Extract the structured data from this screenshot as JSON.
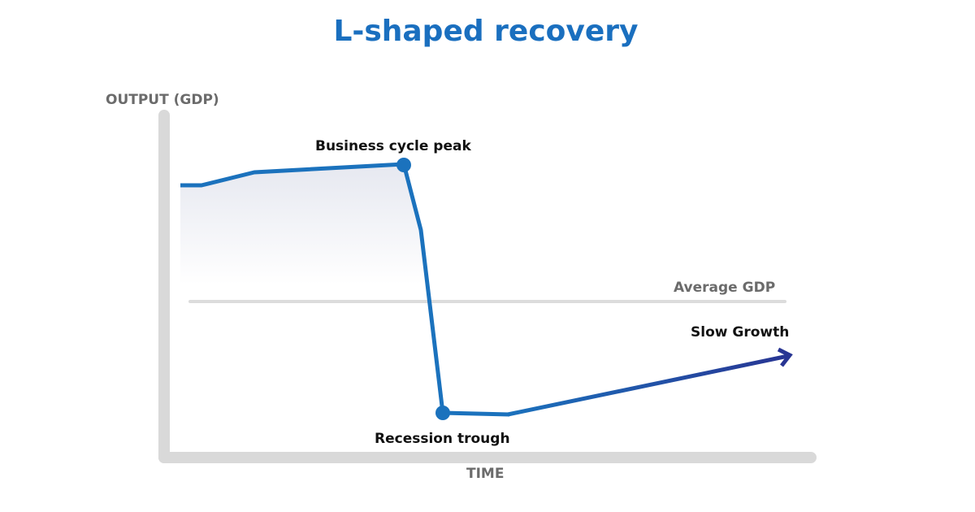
{
  "title": "L-shaped recovery",
  "y_axis_label": "OUTPUT (GDP)",
  "x_axis_label": "TIME",
  "annotations": {
    "peak": "Business cycle peak",
    "trough": "Recession trough",
    "average": "Average GDP",
    "growth": "Slow Growth"
  },
  "colors": {
    "title": "#1a6fbf",
    "line": "#1b72bd",
    "arrow_end": "#283593",
    "axis": "#d9d9d9",
    "label_gray": "#6b6b6b"
  }
}
